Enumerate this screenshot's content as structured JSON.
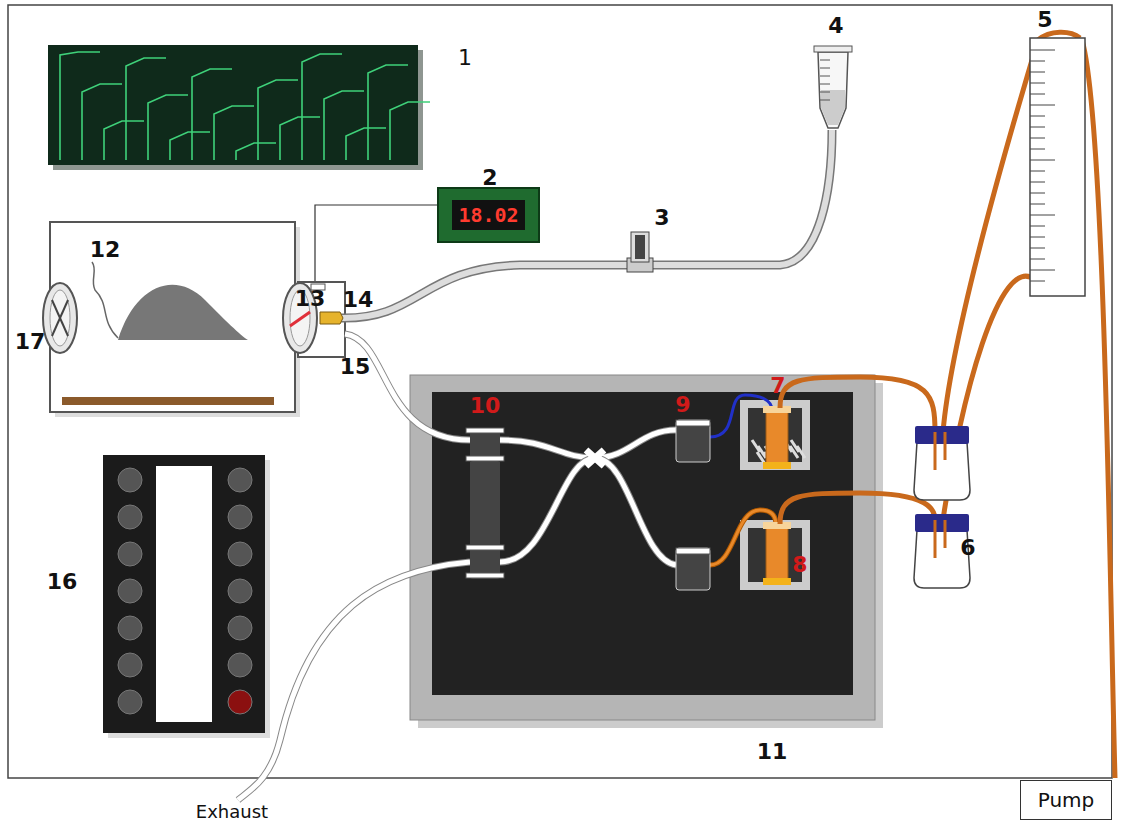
{
  "diagram": {
    "nodes": [
      {
        "text": [
          "18.02"
        ]
      },
      {
        "text": [
          "Pump"
        ]
      }
    ],
    "labels": [
      "1",
      "2",
      "3",
      "4",
      "5",
      "12",
      "13",
      "14",
      "15",
      "17",
      "7",
      "9",
      "10",
      "6",
      "8",
      "16",
      "11",
      "Exhaust"
    ]
  }
}
